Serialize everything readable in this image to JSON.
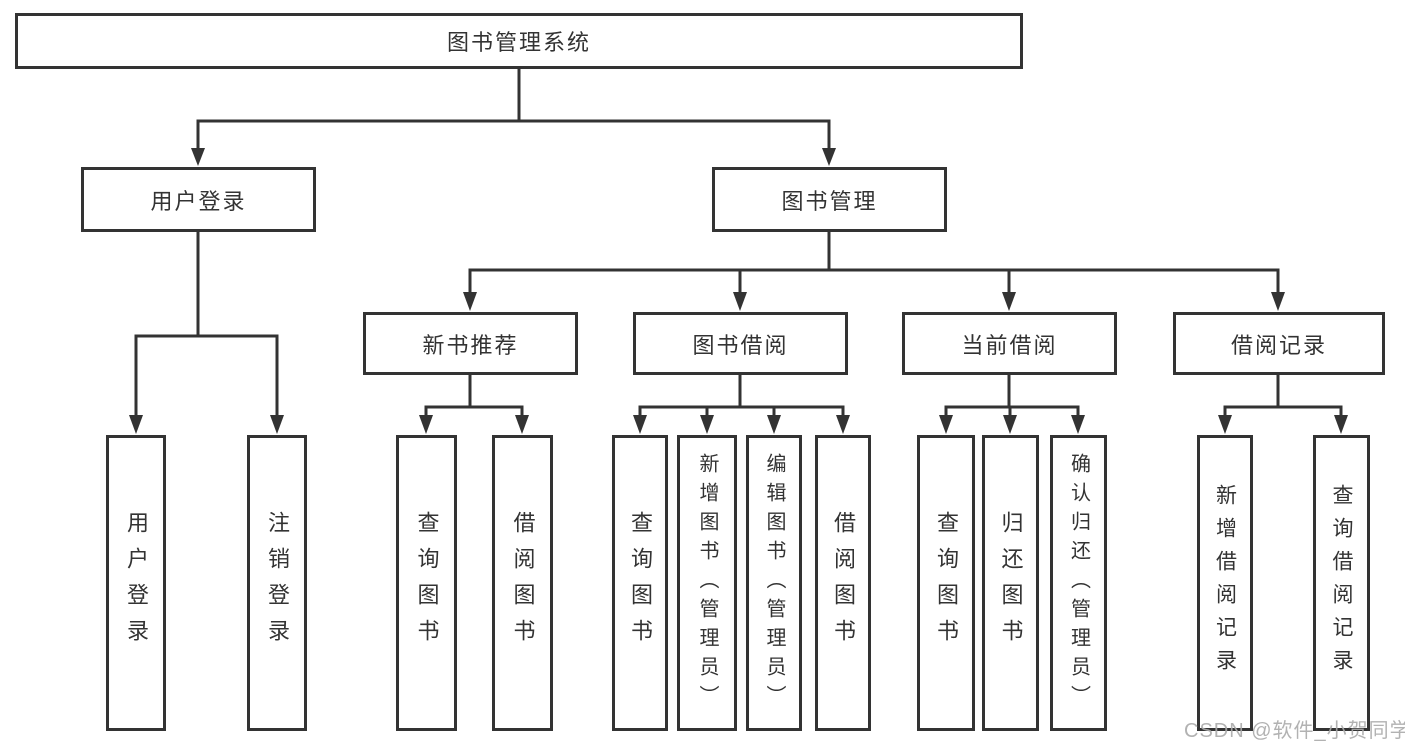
{
  "diagram": {
    "root": {
      "label": "图书管理系统"
    },
    "branches": [
      {
        "label": "用户登录",
        "children": [
          {
            "label": "用户登录"
          },
          {
            "label": "注销登录"
          }
        ]
      },
      {
        "label": "图书管理",
        "sections": [
          {
            "label": "新书推荐",
            "children": [
              {
                "label": "查询图书"
              },
              {
                "label": "借阅图书"
              }
            ]
          },
          {
            "label": "图书借阅",
            "children": [
              {
                "label": "查询图书"
              },
              {
                "label": "新增图书（管理员）"
              },
              {
                "label": "编辑图书（管理员）"
              },
              {
                "label": "借阅图书"
              }
            ]
          },
          {
            "label": "当前借阅",
            "children": [
              {
                "label": "查询图书"
              },
              {
                "label": "归还图书"
              },
              {
                "label": "确认归还（管理员）"
              }
            ]
          },
          {
            "label": "借阅记录",
            "children": [
              {
                "label": "新增借阅记录"
              },
              {
                "label": "查询借阅记录"
              }
            ]
          }
        ]
      }
    ]
  },
  "watermark": {
    "text": "CSDN @软件_小贺同学"
  },
  "colors": {
    "line": "#333333",
    "text": "#333333",
    "box_background": "#ffffff",
    "page_background": "#ffffff",
    "watermark": "#aaaaaa"
  }
}
